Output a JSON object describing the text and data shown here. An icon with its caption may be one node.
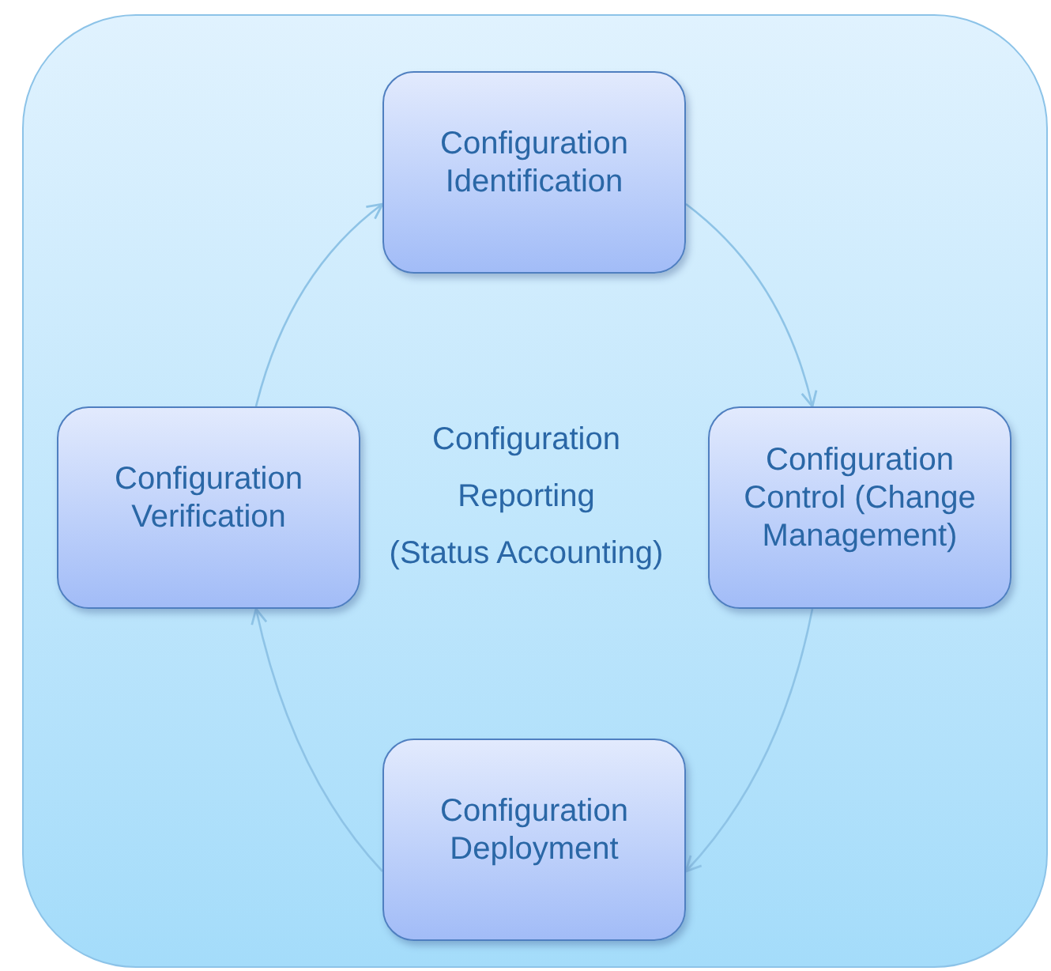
{
  "diagram": {
    "nodes": [
      {
        "text": [
          "Configuration",
          "Reporting",
          "(Status Accounting)"
        ]
      },
      {
        "text": [
          "Configuration Identification"
        ],
        "in": 0
      },
      {
        "text": [
          "Configuration Verification"
        ],
        "in": 0
      },
      {
        "text": [
          "Configuration Control (Change Management)"
        ],
        "in": 0
      },
      {
        "text": [
          "Configuration Deployment"
        ],
        "in": 0
      }
    ],
    "edges": [
      {
        "from": 1,
        "to": 3,
        "arrow": "to"
      },
      {
        "from": 3,
        "to": 4,
        "arrow": "to"
      },
      {
        "from": 4,
        "to": 2,
        "arrow": "to"
      },
      {
        "from": 2,
        "to": 1,
        "arrow": "to"
      }
    ]
  }
}
